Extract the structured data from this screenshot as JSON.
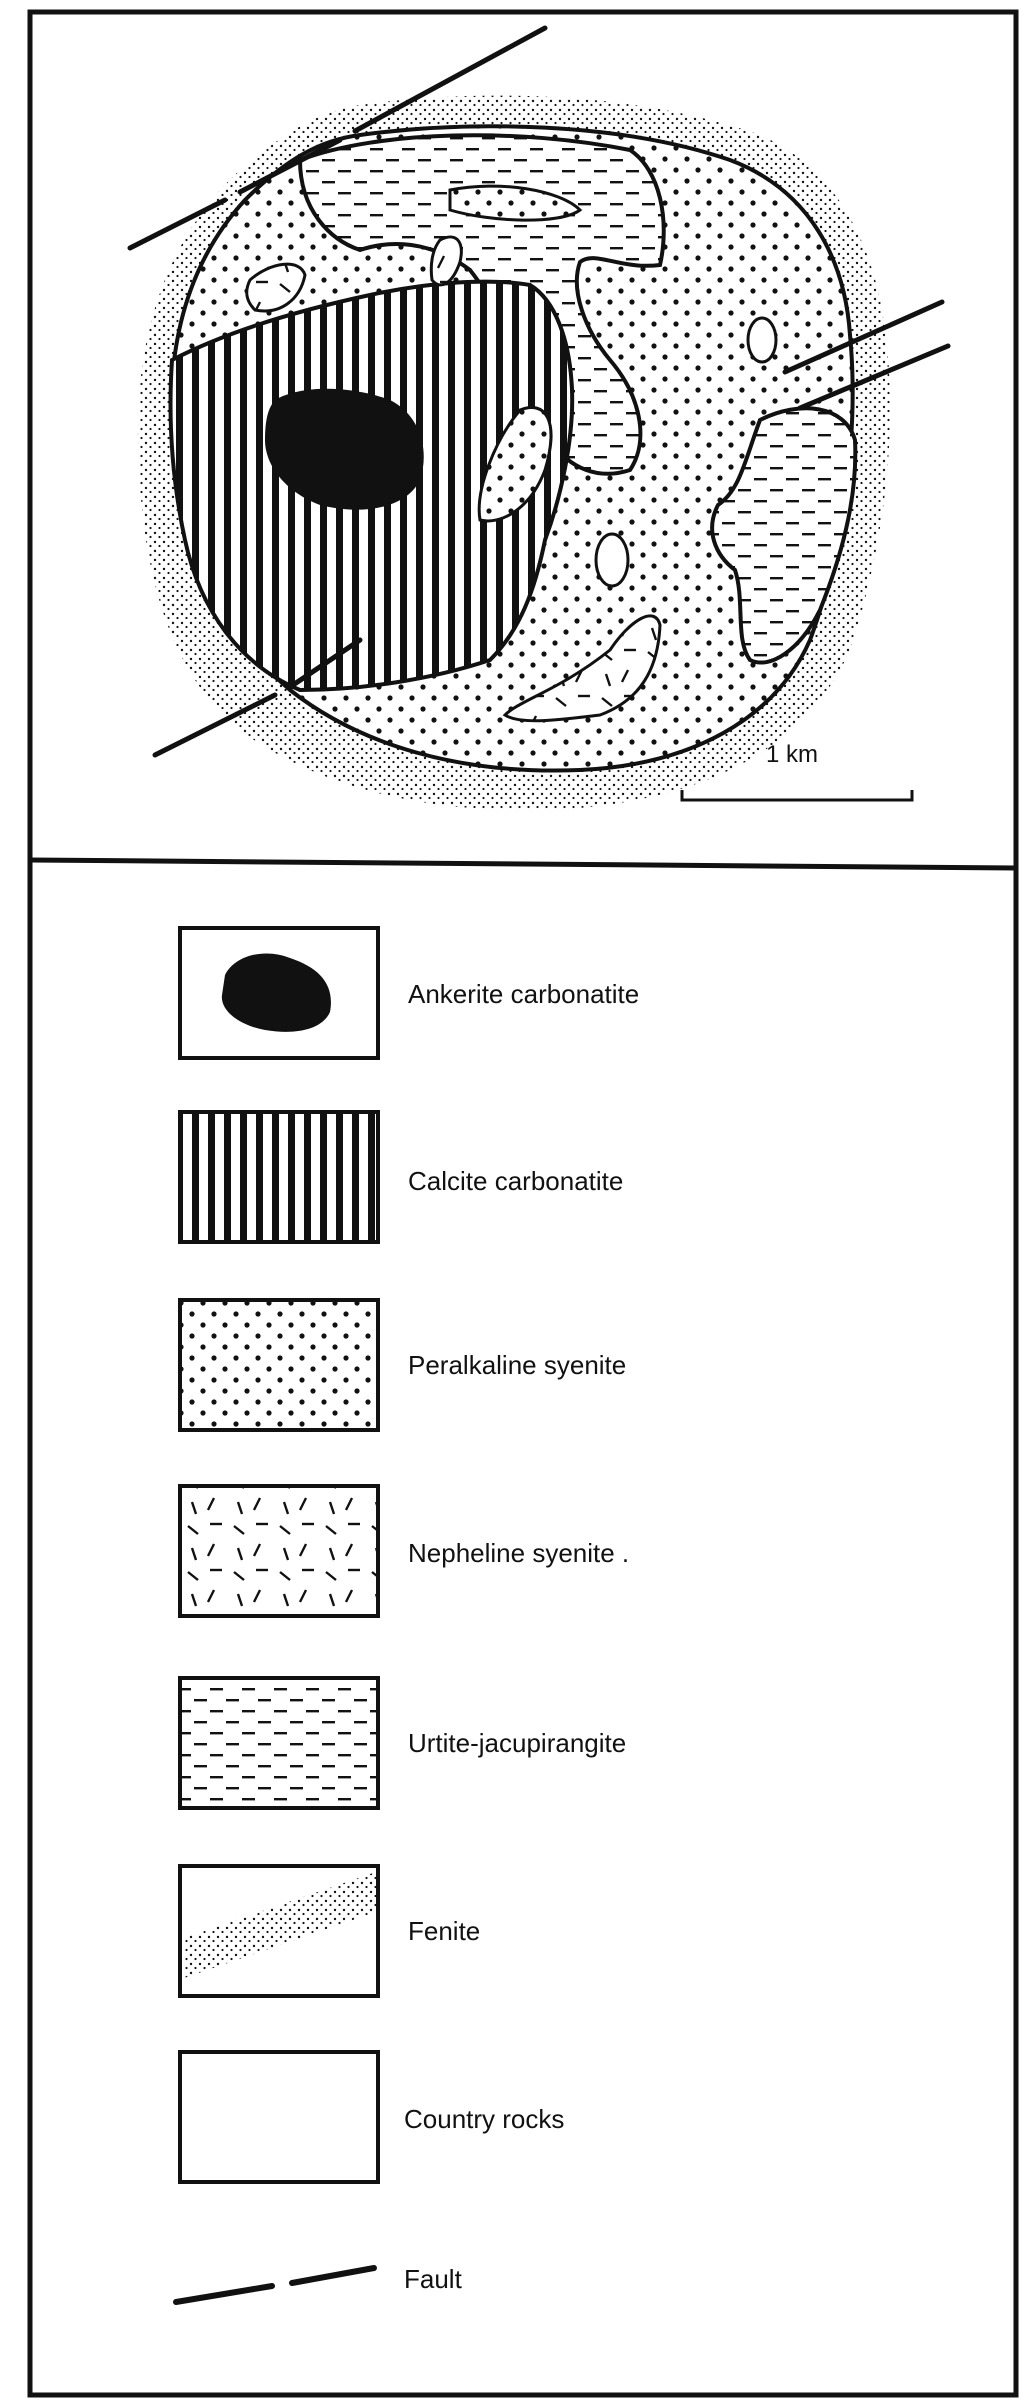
{
  "map": {
    "scale_bar": {
      "label": "1 km"
    }
  },
  "legend": {
    "items": [
      {
        "id": "ankerite",
        "label": "Ankerite carbonatite",
        "pattern": "solid-black-blob"
      },
      {
        "id": "calcite",
        "label": "Calcite carbonatite",
        "pattern": "vertical-lines"
      },
      {
        "id": "peralkaline",
        "label": "Peralkaline syenite",
        "pattern": "dots"
      },
      {
        "id": "nepheline",
        "label": "Nepheline syenite .",
        "pattern": "random-dashes"
      },
      {
        "id": "urtite",
        "label": "Urtite-jacupirangite",
        "pattern": "horizontal-dashes"
      },
      {
        "id": "fenite",
        "label": "Fenite",
        "pattern": "stipple-band"
      },
      {
        "id": "country",
        "label": "Country rocks",
        "pattern": "blank"
      },
      {
        "id": "fault",
        "label": "Fault",
        "pattern": "dashed-line"
      }
    ]
  },
  "colors": {
    "ink": "#111111",
    "paper": "#ffffff"
  }
}
